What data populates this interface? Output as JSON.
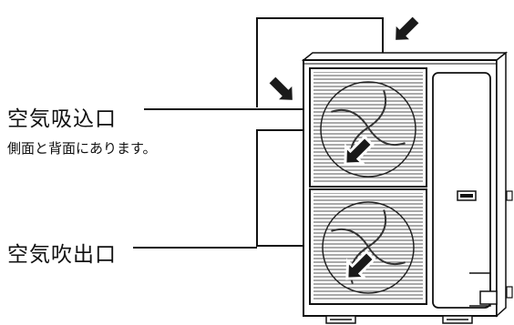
{
  "labels": {
    "air_intake": "空気吸込口",
    "air_intake_note": "側面と背面にあります。",
    "air_outlet": "空気吹出口"
  },
  "colors": {
    "line": "#111111",
    "grille": "#555555",
    "background": "#ffffff"
  },
  "icons": {
    "airflow_in": "arrow-down-left",
    "airflow_out": "arrow-down-left"
  }
}
